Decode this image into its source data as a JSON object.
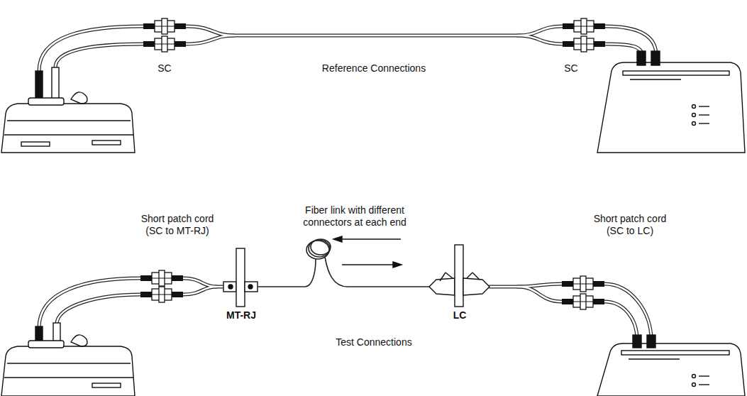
{
  "diagram": {
    "labels": [
      "SC",
      "Reference Connections",
      "SC",
      "Short patch cord (SC to MT-RJ)",
      "Fiber link with different connectors at each end",
      "Short patch cord (SC to LC)",
      "MT-RJ",
      "LC",
      "Test Connections"
    ]
  }
}
